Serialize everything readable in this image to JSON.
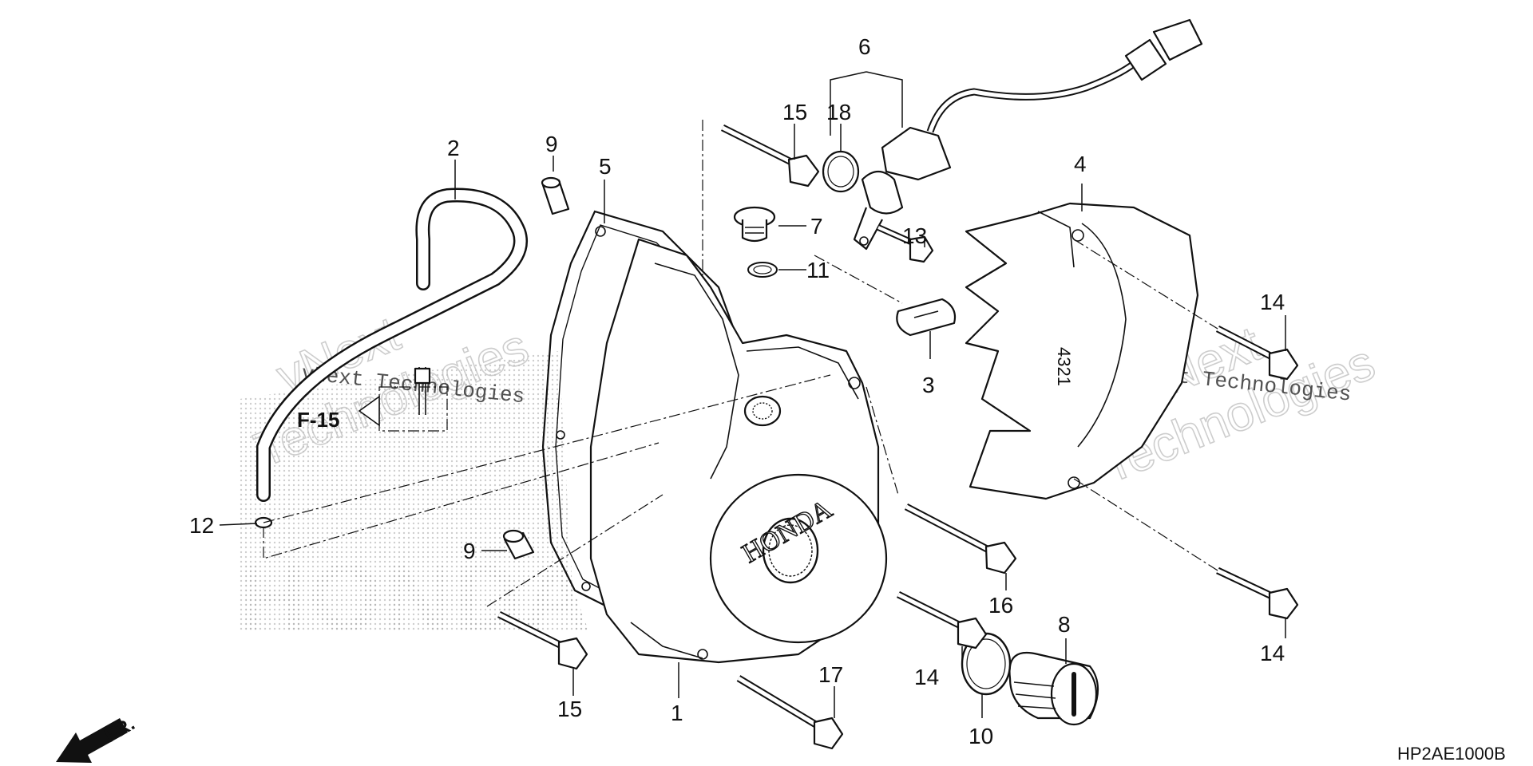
{
  "callouts": {
    "c1": "1",
    "c2": "2",
    "c3": "3",
    "c4": "4",
    "c5": "5",
    "c6": "6",
    "c7": "7",
    "c8": "8",
    "c9a": "9",
    "c9b": "9",
    "c10": "10",
    "c11": "11",
    "c12": "12",
    "c13": "13",
    "c14a": "14",
    "c14b": "14",
    "c14c": "14",
    "c15a": "15",
    "c15b": "15",
    "c16": "16",
    "c17": "17",
    "c18": "18"
  },
  "reference_label": "F-15",
  "direction_label": "FR.",
  "diagram_code": "HP2AE1000B",
  "cover_brand": "HONDA",
  "cover_marks": "4321",
  "watermark": {
    "line1": "vNext Technologies",
    "line2": "vNext Technologies",
    "big1": "vNext",
    "big2": "Technologies",
    "big3": "vNext",
    "big4": "Technologies"
  },
  "background_brand": "HONDA"
}
